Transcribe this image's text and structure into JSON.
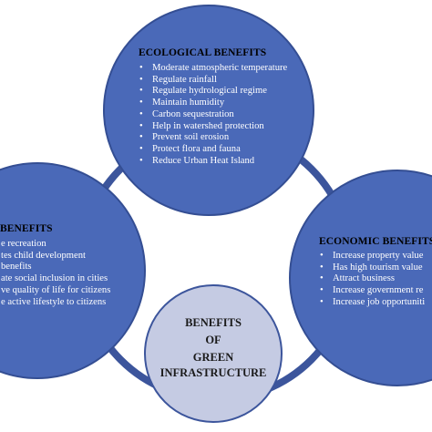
{
  "diagram": {
    "center": {
      "lines": [
        "BENEFITS",
        "OF",
        "GREEN",
        "INFRASTRUCTURE"
      ]
    },
    "ecological": {
      "heading": "ECOLOGICAL BENEFITS",
      "items": [
        "Moderate atmospheric temperature",
        "Regulate rainfall",
        "Regulate hydrological regime",
        "Maintain humidity",
        "Carbon sequestration",
        "Help in watershed protection",
        "Prevent soil erosion",
        "Protect flora and fauna",
        "Reduce Urban Heat Island"
      ]
    },
    "social": {
      "heading": "BENEFITS",
      "items": [
        "e recreation",
        "tes child development",
        "benefits",
        "ate social inclusion in cities",
        "ve quality of life for citizens",
        "e active lifestyle to citizens"
      ]
    },
    "economic": {
      "heading": "ECONOMIC BENEFITS",
      "items": [
        "Increase property value",
        "Has high tourism value",
        "Attract business",
        "Increase government re",
        "Increase job opportuniti"
      ]
    }
  },
  "colors": {
    "outer_circle_fill": "#4a69b8",
    "outer_circle_border": "#344e93",
    "center_circle_fill": "#c5cbe3",
    "connector_ring": "#3c559c",
    "text_on_blue": "#ffffff",
    "center_text": "#1a1a1a"
  }
}
